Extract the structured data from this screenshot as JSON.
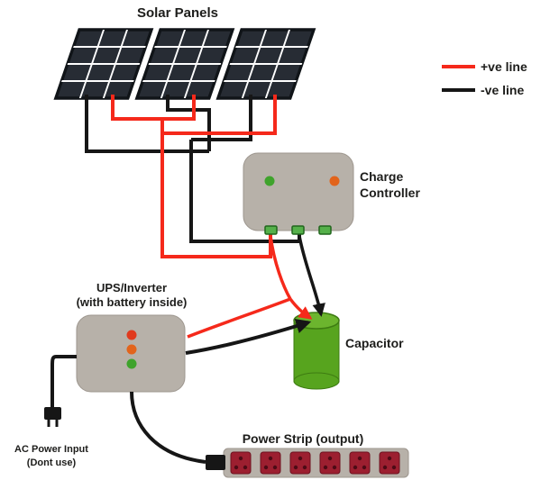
{
  "title": "Solar Panels",
  "legend": {
    "positive_label": "+ve line",
    "negative_label": "-ve line"
  },
  "charge_controller": {
    "label_line1": "Charge",
    "label_line2": "Controller"
  },
  "ups": {
    "label_line1": "UPS/Inverter",
    "label_line2": "(with battery inside)"
  },
  "capacitor": {
    "label": "Capacitor"
  },
  "power_strip": {
    "label": "Power Strip (output)",
    "socket_count": 6
  },
  "ac_input": {
    "label_line1": "AC Power Input",
    "label_line2": "(Dont use)"
  },
  "colors": {
    "positive_wire": "#f5291b",
    "negative_wire": "#161616",
    "box_gray": "#b7b1a9",
    "box_stroke": "#9d968e",
    "panel_cell": "#272c34",
    "panel_border": "#101418",
    "grid_line": "#ffffff",
    "capacitor_body": "#57a41e",
    "capacitor_top": "#6cb52e",
    "capacitor_stroke": "#3e7c12",
    "socket_red": "#9c1f30",
    "socket_dot": "#4d0b16",
    "socket_stroke": "#6e1220",
    "led_green": "#3fa32c",
    "led_orange": "#e2641c",
    "led_red": "#e03a1e",
    "terminal_green": "#55b04a",
    "terminal_stroke": "#20661c",
    "text": "#1d1d1b"
  }
}
